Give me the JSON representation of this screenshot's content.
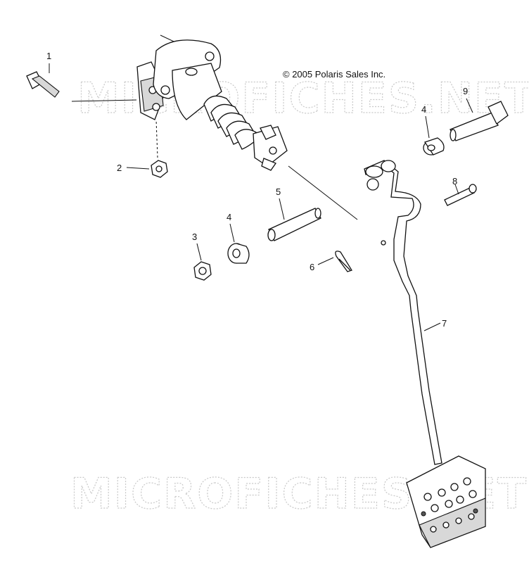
{
  "copyright": "© 2005 Polaris Sales Inc.",
  "watermark": "MICROFICHES.NET",
  "callouts": {
    "c1": "1",
    "c2": "2",
    "c3": "3",
    "c4a": "4",
    "c4b": "4",
    "c5": "5",
    "c6": "6",
    "c7": "7",
    "c8": "8",
    "c9": "9"
  }
}
